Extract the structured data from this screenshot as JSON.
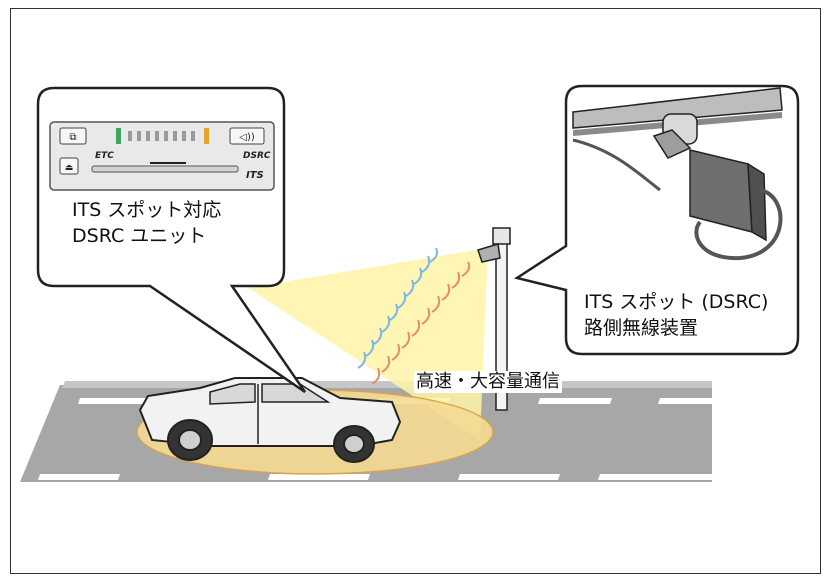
{
  "colors": {
    "road": "#a7a7a7",
    "road_edge": "#c6c6c6",
    "lane_marking": "#ffffff",
    "beam": "#fff3a8",
    "ellipse_fill": "#f6db92",
    "ellipse_stroke": "#d9a24a",
    "car_body": "#f2f2f2",
    "outline": "#222222",
    "wave_blue": "#7fb7e6",
    "wave_red": "#e58f6a"
  },
  "dsrc_unit": {
    "etc_label": "ETC",
    "dsrc_label": "DSRC",
    "its_logo": "ITS",
    "callout_line1": "ITS スポット対応",
    "callout_line2": "DSRC ユニット"
  },
  "roadside": {
    "callout_line1": "ITS スポット (DSRC)",
    "callout_line2": "路側無線装置"
  },
  "communication_label": "高速・大容量通信",
  "icons": [
    "back-icon",
    "volume-icon",
    "eject-icon"
  ]
}
